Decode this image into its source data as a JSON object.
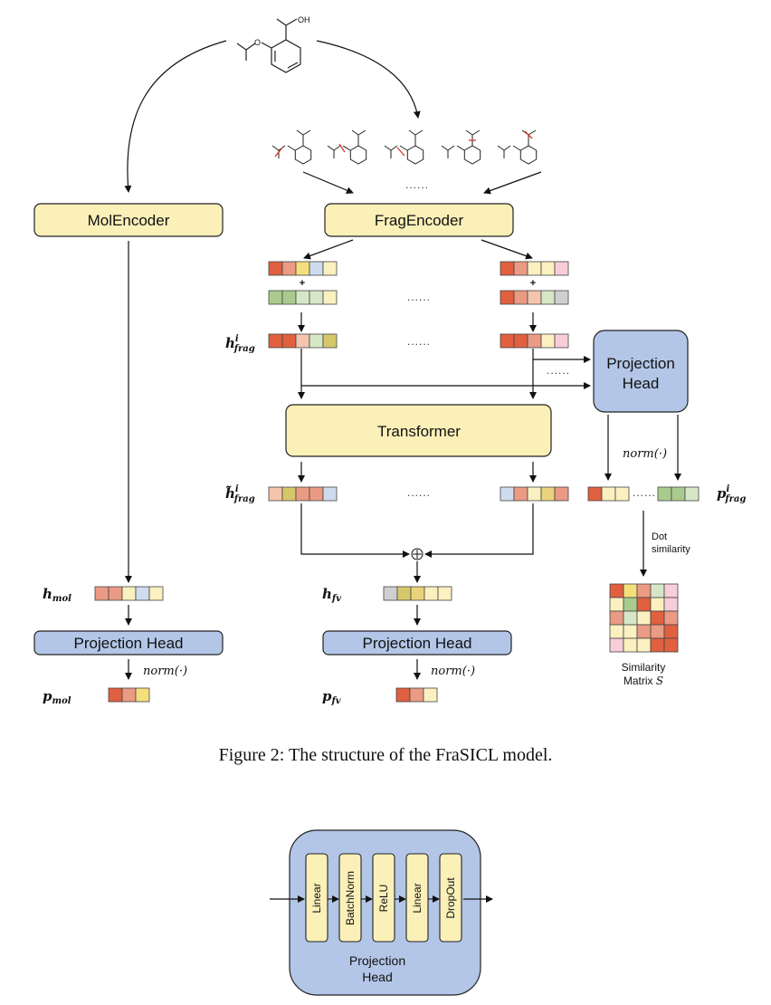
{
  "colors": {
    "yellow_box": "#fbf0b8",
    "blue_box": "#b3c6e7",
    "c_red": "#e0603f",
    "c_salmon": "#eb9a84",
    "c_peach": "#f4c4ad",
    "c_yellow": "#f5df7c",
    "c_lightyellow": "#fbf0c0",
    "c_blue": "#cfdcef",
    "c_green": "#a9cc8e",
    "c_lightgreen": "#d6e7c7",
    "c_pink": "#f7cdd8",
    "c_gray": "#cfcfcf",
    "c_olive": "#d6c86a",
    "c_gold": "#ead37a"
  },
  "molecule": {
    "oh_label": "OH",
    "o_label": "O"
  },
  "boxes": {
    "mol_encoder": "MolEncoder",
    "frag_encoder": "FragEncoder",
    "transformer": "Transformer",
    "proj_head_top_line1": "Projection",
    "proj_head_top_line2": "Head",
    "proj_head_left": "Projection Head",
    "proj_head_mid": "Projection Head"
  },
  "symbols": {
    "ellipsis": "......",
    "plus": "+",
    "oplus": "⊕",
    "norm": "norm(·)"
  },
  "labels": {
    "h_frag": "h",
    "h_frag_sup": "i",
    "h_frag_sub": "frag",
    "h_tilde_frag": "h̃",
    "p_frag": "p",
    "p_frag_sup": "i",
    "p_frag_sub": "frag",
    "h_mol": "h",
    "h_mol_sub": "mol",
    "p_mol": "p",
    "p_mol_sub": "mol",
    "h_fv": "h",
    "h_fv_sub": "fv",
    "p_fv": "p",
    "p_fv_sub": "fv",
    "dot_sim_line1": "Dot",
    "dot_sim_line2": "similarity",
    "sim_line1": "Similarity",
    "sim_line2": "Matrix",
    "sim_symbol": "S"
  },
  "caption": "Figure 2: The structure of the FraSICL model.",
  "projection_detail": {
    "layers": [
      "Linear",
      "BatchNorm",
      "ReLU",
      "Linear",
      "DropOut"
    ],
    "title_line1": "Projection",
    "title_line2": "Head"
  }
}
